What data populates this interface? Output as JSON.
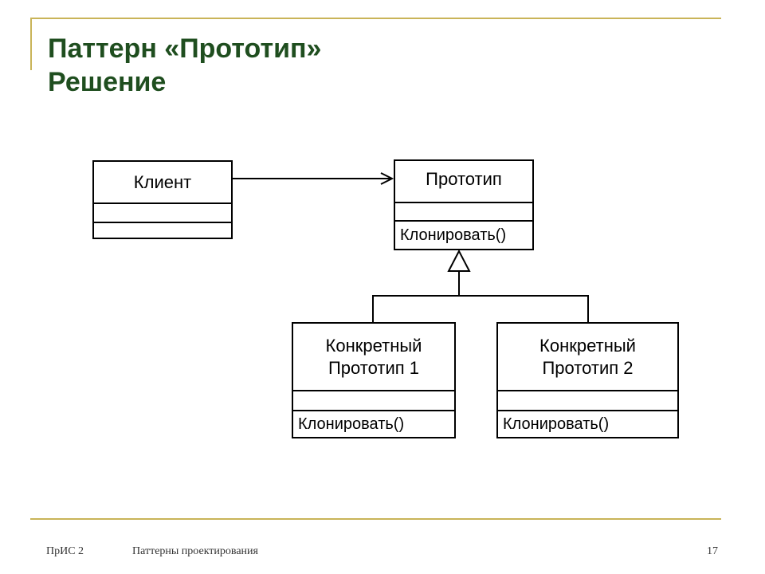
{
  "title": {
    "line1": "Паттерн «Прототип»",
    "line2": "Решение"
  },
  "diagram": {
    "classes": {
      "client": {
        "name": "Клиент",
        "operation": ""
      },
      "prototype": {
        "name": "Прототип",
        "operation": "Клонировать()"
      },
      "concrete1": {
        "name": "Конкретный\nПрототип 1",
        "operation": "Клонировать()"
      },
      "concrete2": {
        "name": "Конкретный\nПрототип 2",
        "operation": "Клонировать()"
      }
    },
    "relations": [
      {
        "type": "association",
        "from": "client",
        "to": "prototype"
      },
      {
        "type": "generalization",
        "from": "concrete1",
        "to": "prototype"
      },
      {
        "type": "generalization",
        "from": "concrete2",
        "to": "prototype"
      }
    ]
  },
  "footer": {
    "course": "ПрИС 2",
    "topic": "Паттерны проектирования",
    "page": "17"
  },
  "colors": {
    "title": "#1f4e1f",
    "accent_line": "#c9b458",
    "diagram_stroke": "#000000"
  }
}
